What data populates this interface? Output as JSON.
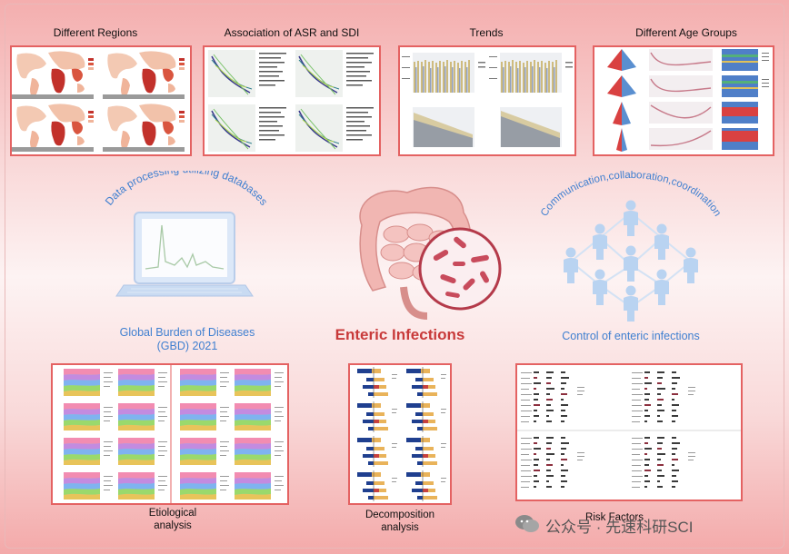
{
  "panels_top": [
    {
      "title": "Different Regions"
    },
    {
      "title": "Association of ASR and SDI"
    },
    {
      "title": "Trends"
    },
    {
      "title": "Different Age Groups"
    }
  ],
  "middle": {
    "left_arc_text": "Data processing utilizing databases",
    "left_label_line1": "Global Burden of Diseases",
    "left_label_line2": "(GBD) 2021",
    "center_title": "Enteric Infections",
    "right_arc_text": "Communication,collaboration,coordination",
    "right_label": "Control of enteric infections"
  },
  "panels_bottom": [
    {
      "label_line1": "Etiological",
      "label_line2": "analysis"
    },
    {
      "label_line1": "Decomposition",
      "label_line2": "analysis"
    },
    {
      "label_line1": "Risk Factors",
      "label_line2": ""
    }
  ],
  "watermark": "公众号 · 先速科研SCI",
  "colors": {
    "frame": "#e46262",
    "title_red": "#c83a3a",
    "accent_blue": "#3f7fd0"
  }
}
